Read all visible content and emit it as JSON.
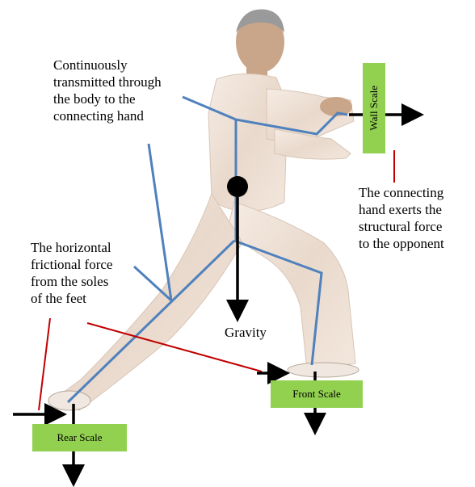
{
  "labels": {
    "transmit": "Continuously\ntransmitted through\nthe body to the\nconnecting hand",
    "friction": "The horizontal\nfrictional force\nfrom the soles\nof the feet",
    "hand_force": "The connecting\nhand exerts the\nstructural force\nto the opponent",
    "gravity": "Gravity"
  },
  "scales": {
    "wall": "Wall Scale",
    "front": "Front Scale",
    "rear": "Rear Scale"
  },
  "colors": {
    "scale_fill": "#92d050",
    "structure_line": "#4f81bd",
    "leader_line": "#c00000",
    "force_arrow": "#000000",
    "figure_fill": "#efe3d8"
  }
}
